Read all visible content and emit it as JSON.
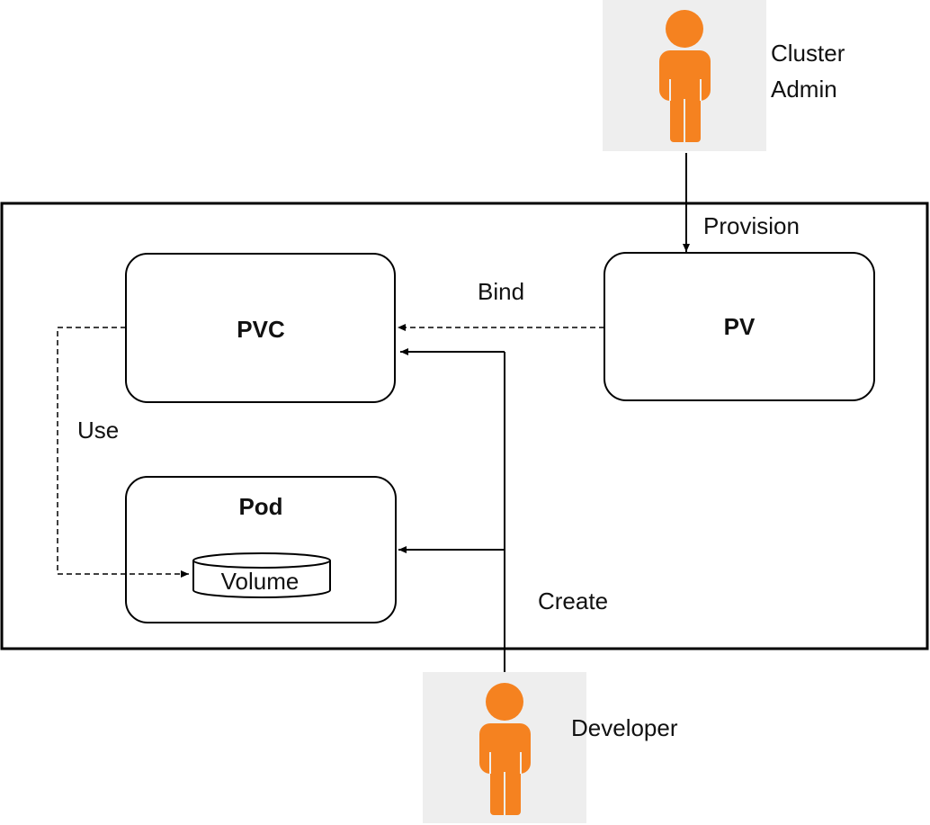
{
  "actors": {
    "cluster_admin": {
      "label_line1": "Cluster",
      "label_line2": "Admin"
    },
    "developer": {
      "label": "Developer"
    }
  },
  "boxes": {
    "pvc": {
      "label": "PVC"
    },
    "pv": {
      "label": "PV"
    },
    "pod": {
      "label": "Pod"
    },
    "volume": {
      "label": "Volume"
    }
  },
  "edges": {
    "provision": "Provision",
    "bind": "Bind",
    "use": "Use",
    "create": "Create"
  },
  "colors": {
    "person": "#f58220",
    "person_bg": "#eeeeee",
    "stroke": "#000000"
  }
}
